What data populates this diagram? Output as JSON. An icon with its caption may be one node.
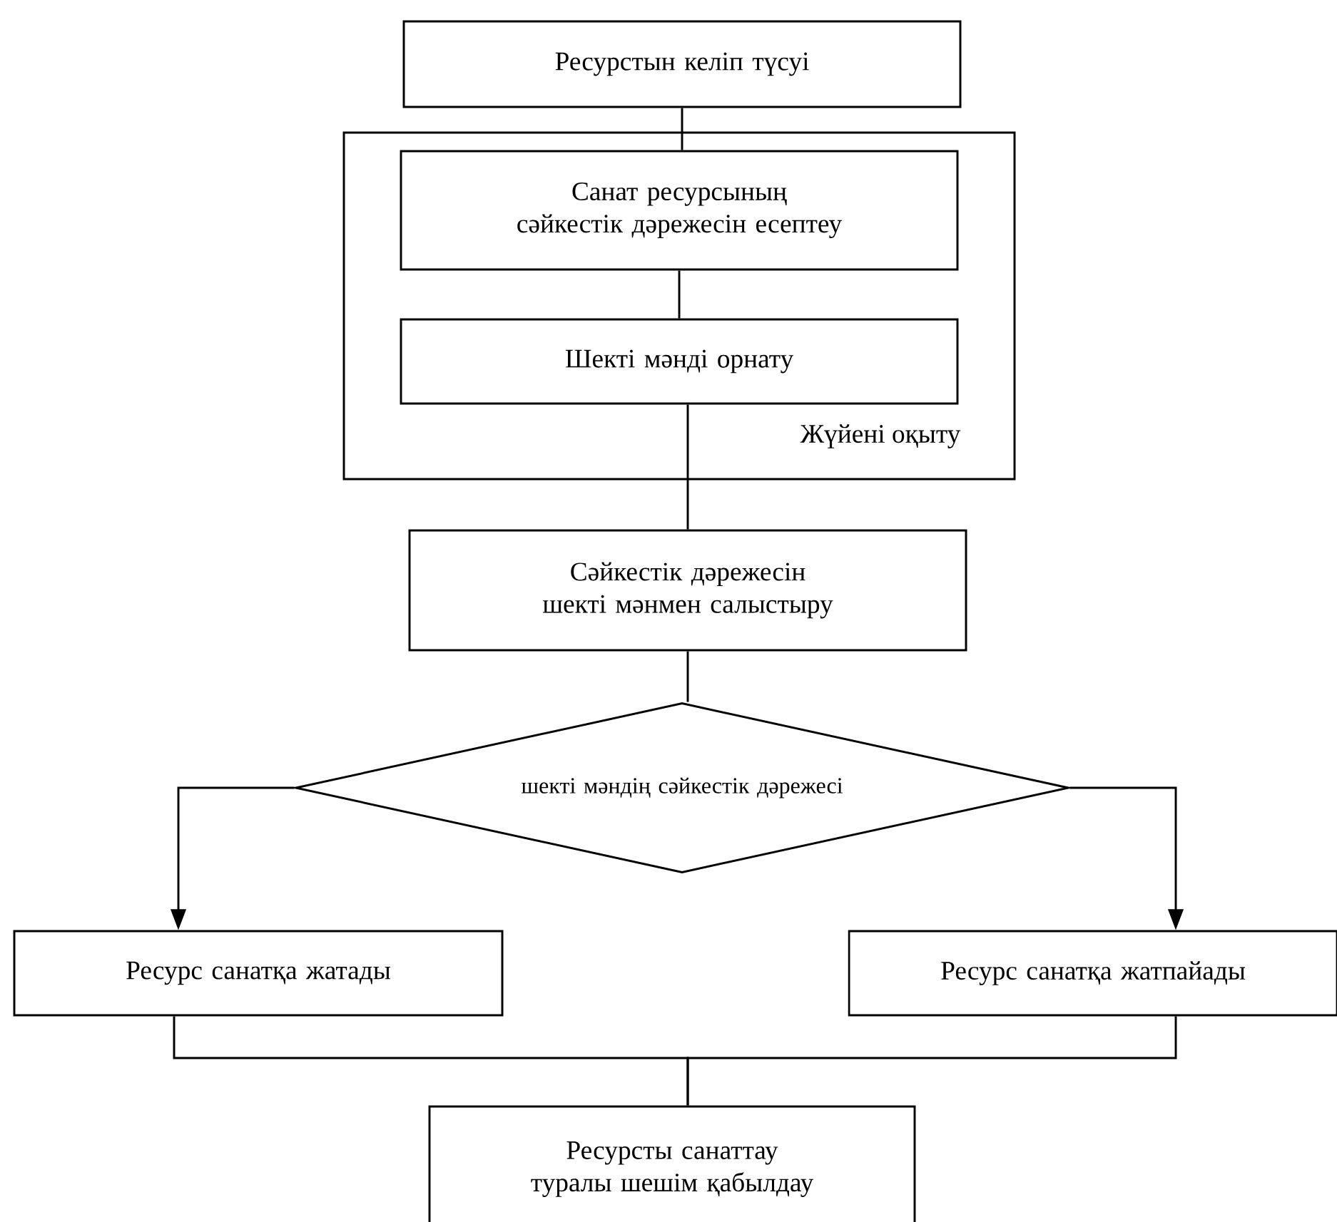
{
  "diagram": {
    "nodes": [
      {
        "text": [
          "Ресурстын келіп түсуі"
        ]
      },
      {
        "text": [
          "Жүйені оқыту"
        ]
      },
      {
        "text": [
          "Санат ресурсының сәйкестік дәрежесін есептеу"
        ],
        "in": 1
      },
      {
        "text": [
          "Шекті мәнді орнату"
        ],
        "in": 1
      },
      {
        "text": [
          "Сәйкестік дәрежесін шекті мәнмен салыстыру"
        ]
      },
      {
        "text": [
          "шекті мәндің сәйкестік дәрежесі"
        ]
      },
      {
        "text": [
          "Ресурс санатқа жатады"
        ]
      },
      {
        "text": [
          "Ресурс санатқа жатпайады"
        ]
      },
      {
        "text": [
          "Ресурсты санаттау туралы шешім қабылдау"
        ]
      }
    ],
    "edges": [
      {
        "from": 0,
        "to": 2,
        "arrow": "none"
      },
      {
        "from": 2,
        "to": 3,
        "arrow": "none"
      },
      {
        "from": 3,
        "to": 4,
        "arrow": "none"
      },
      {
        "from": 4,
        "to": 5,
        "arrow": "none"
      },
      {
        "from": 5,
        "to": 6,
        "arrow": "to"
      },
      {
        "from": 5,
        "to": 7,
        "arrow": "to"
      },
      {
        "from": 6,
        "to": 8,
        "arrow": "none"
      },
      {
        "from": 7,
        "to": 8,
        "arrow": "none"
      }
    ]
  }
}
